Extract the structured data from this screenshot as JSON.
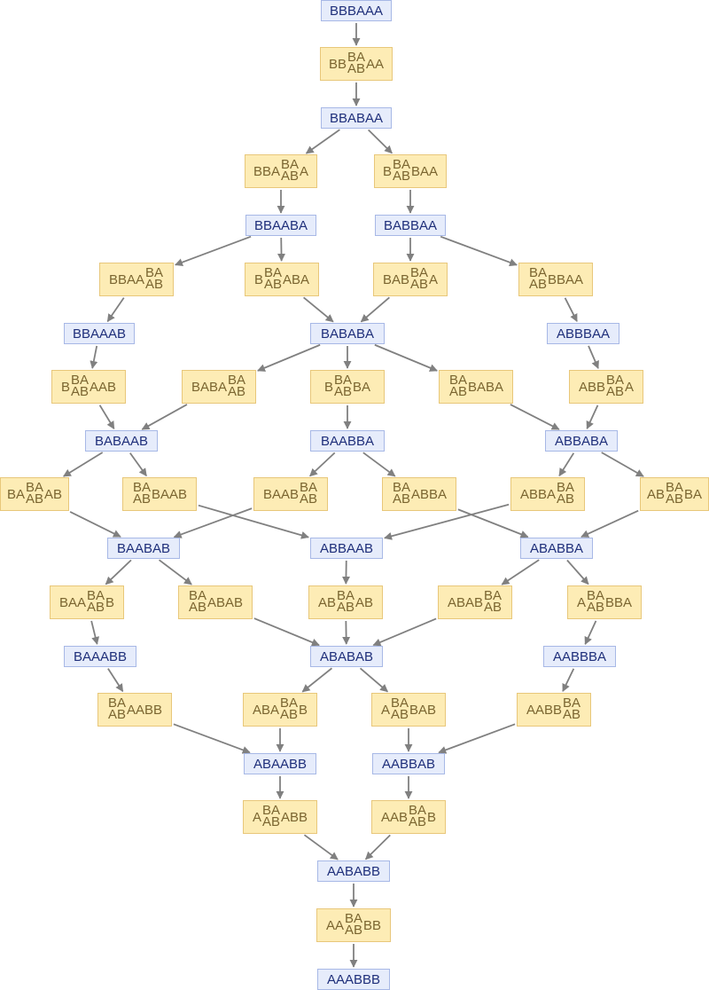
{
  "colors": {
    "state_fill": "#e6ecfb",
    "state_border": "#a7b8e6",
    "state_text": "#1f2f7a",
    "event_fill": "#fdecb5",
    "event_border": "#e8c77a",
    "event_text": "#7a6530",
    "edge": "#808080"
  },
  "states": [
    {
      "id": "s0",
      "label": "BBBAAA"
    },
    {
      "id": "s1",
      "label": "BBABAA"
    },
    {
      "id": "s2",
      "label": "BBAABA"
    },
    {
      "id": "s3",
      "label": "BABBAA"
    },
    {
      "id": "s4",
      "label": "BBAAAB"
    },
    {
      "id": "s5",
      "label": "BABABA"
    },
    {
      "id": "s6",
      "label": "ABBBAA"
    },
    {
      "id": "s7",
      "label": "BABAAB"
    },
    {
      "id": "s8",
      "label": "BAABBA"
    },
    {
      "id": "s9",
      "label": "ABBABA"
    },
    {
      "id": "s10",
      "label": "BAABAB"
    },
    {
      "id": "s11",
      "label": "ABBAAB"
    },
    {
      "id": "s12",
      "label": "ABABBA"
    },
    {
      "id": "s13",
      "label": "BAAABB"
    },
    {
      "id": "s14",
      "label": "ABABAB"
    },
    {
      "id": "s15",
      "label": "AABBBA"
    },
    {
      "id": "s16",
      "label": "ABAABB"
    },
    {
      "id": "s17",
      "label": "AABBAB"
    },
    {
      "id": "s18",
      "label": "AABABB"
    },
    {
      "id": "s19",
      "label": "AAABBB"
    }
  ],
  "events": [
    {
      "id": "e0",
      "pre": "BB",
      "top": "BA",
      "bot": "AB",
      "post": "AA"
    },
    {
      "id": "e1",
      "pre": "BBA",
      "top": "BA",
      "bot": "AB",
      "post": "A"
    },
    {
      "id": "e2",
      "pre": "B",
      "top": "BA",
      "bot": "AB",
      "post": "BAA"
    },
    {
      "id": "e3",
      "pre": "BBAA",
      "top": "BA",
      "bot": "AB",
      "post": ""
    },
    {
      "id": "e4",
      "pre": "B",
      "top": "BA",
      "bot": "AB",
      "post": "ABA"
    },
    {
      "id": "e5",
      "pre": "BAB",
      "top": "BA",
      "bot": "AB",
      "post": "A"
    },
    {
      "id": "e6",
      "pre": "",
      "top": "BA",
      "bot": "AB",
      "post": "BBAA"
    },
    {
      "id": "e7",
      "pre": "B",
      "top": "BA",
      "bot": "AB",
      "post": "AAB"
    },
    {
      "id": "e8",
      "pre": "BABA",
      "top": "BA",
      "bot": "AB",
      "post": ""
    },
    {
      "id": "e9",
      "pre": "B",
      "top": "BA",
      "bot": "AB",
      "post": "BA"
    },
    {
      "id": "e10",
      "pre": "",
      "top": "BA",
      "bot": "AB",
      "post": "BABA"
    },
    {
      "id": "e11",
      "pre": "ABB",
      "top": "BA",
      "bot": "AB",
      "post": "A"
    },
    {
      "id": "e12",
      "pre": "BA",
      "top": "BA",
      "bot": "AB",
      "post": "AB"
    },
    {
      "id": "e13",
      "pre": "",
      "top": "BA",
      "bot": "AB",
      "post": "BAAB"
    },
    {
      "id": "e14",
      "pre": "BAAB",
      "top": "BA",
      "bot": "AB",
      "post": ""
    },
    {
      "id": "e15",
      "pre": "",
      "top": "BA",
      "bot": "AB",
      "post": "ABBA"
    },
    {
      "id": "e16",
      "pre": "ABBA",
      "top": "BA",
      "bot": "AB",
      "post": ""
    },
    {
      "id": "e17",
      "pre": "AB",
      "top": "BA",
      "bot": "AB",
      "post": "BA"
    },
    {
      "id": "e18",
      "pre": "BAA",
      "top": "BA",
      "bot": "AB",
      "post": "B"
    },
    {
      "id": "e19",
      "pre": "",
      "top": "BA",
      "bot": "AB",
      "post": "ABAB"
    },
    {
      "id": "e20",
      "pre": "AB",
      "top": "BA",
      "bot": "AB",
      "post": "AB"
    },
    {
      "id": "e21",
      "pre": "ABAB",
      "top": "BA",
      "bot": "AB",
      "post": ""
    },
    {
      "id": "e22",
      "pre": "A",
      "top": "BA",
      "bot": "AB",
      "post": "BBA"
    },
    {
      "id": "e23",
      "pre": "",
      "top": "BA",
      "bot": "AB",
      "post": "AABB"
    },
    {
      "id": "e24",
      "pre": "ABA",
      "top": "BA",
      "bot": "AB",
      "post": "B"
    },
    {
      "id": "e25",
      "pre": "A",
      "top": "BA",
      "bot": "AB",
      "post": "BAB"
    },
    {
      "id": "e26",
      "pre": "AABB",
      "top": "BA",
      "bot": "AB",
      "post": ""
    },
    {
      "id": "e27",
      "pre": "A",
      "top": "BA",
      "bot": "AB",
      "post": "ABB"
    },
    {
      "id": "e28",
      "pre": "AAB",
      "top": "BA",
      "bot": "AB",
      "post": "B"
    },
    {
      "id": "e29",
      "pre": "AA",
      "top": "BA",
      "bot": "AB",
      "post": "BB"
    }
  ],
  "edges": [
    [
      "s0",
      "e0"
    ],
    [
      "e0",
      "s1"
    ],
    [
      "s1",
      "e1"
    ],
    [
      "s1",
      "e2"
    ],
    [
      "e1",
      "s2"
    ],
    [
      "e2",
      "s3"
    ],
    [
      "s2",
      "e3"
    ],
    [
      "s2",
      "e4"
    ],
    [
      "s3",
      "e5"
    ],
    [
      "s3",
      "e6"
    ],
    [
      "e3",
      "s4"
    ],
    [
      "e4",
      "s5"
    ],
    [
      "e5",
      "s5"
    ],
    [
      "e6",
      "s6"
    ],
    [
      "s4",
      "e7"
    ],
    [
      "s5",
      "e8"
    ],
    [
      "s5",
      "e9"
    ],
    [
      "s5",
      "e10"
    ],
    [
      "s6",
      "e11"
    ],
    [
      "e7",
      "s7"
    ],
    [
      "e8",
      "s7"
    ],
    [
      "e9",
      "s8"
    ],
    [
      "e10",
      "s9"
    ],
    [
      "e11",
      "s9"
    ],
    [
      "s7",
      "e12"
    ],
    [
      "s7",
      "e13"
    ],
    [
      "s8",
      "e14"
    ],
    [
      "s8",
      "e15"
    ],
    [
      "s9",
      "e16"
    ],
    [
      "s9",
      "e17"
    ],
    [
      "e12",
      "s10"
    ],
    [
      "e14",
      "s10"
    ],
    [
      "e13",
      "s11"
    ],
    [
      "e16",
      "s11"
    ],
    [
      "e15",
      "s12"
    ],
    [
      "e17",
      "s12"
    ],
    [
      "s10",
      "e18"
    ],
    [
      "s10",
      "e19"
    ],
    [
      "s11",
      "e20"
    ],
    [
      "s12",
      "e21"
    ],
    [
      "s12",
      "e22"
    ],
    [
      "e18",
      "s13"
    ],
    [
      "e19",
      "s14"
    ],
    [
      "e20",
      "s14"
    ],
    [
      "e21",
      "s14"
    ],
    [
      "e22",
      "s15"
    ],
    [
      "s13",
      "e23"
    ],
    [
      "s14",
      "e24"
    ],
    [
      "s14",
      "e25"
    ],
    [
      "s15",
      "e26"
    ],
    [
      "e23",
      "s16"
    ],
    [
      "e24",
      "s16"
    ],
    [
      "e25",
      "s17"
    ],
    [
      "e26",
      "s17"
    ],
    [
      "s16",
      "e27"
    ],
    [
      "s17",
      "e28"
    ],
    [
      "e27",
      "s18"
    ],
    [
      "e28",
      "s18"
    ],
    [
      "s18",
      "e29"
    ],
    [
      "e29",
      "s19"
    ]
  ]
}
